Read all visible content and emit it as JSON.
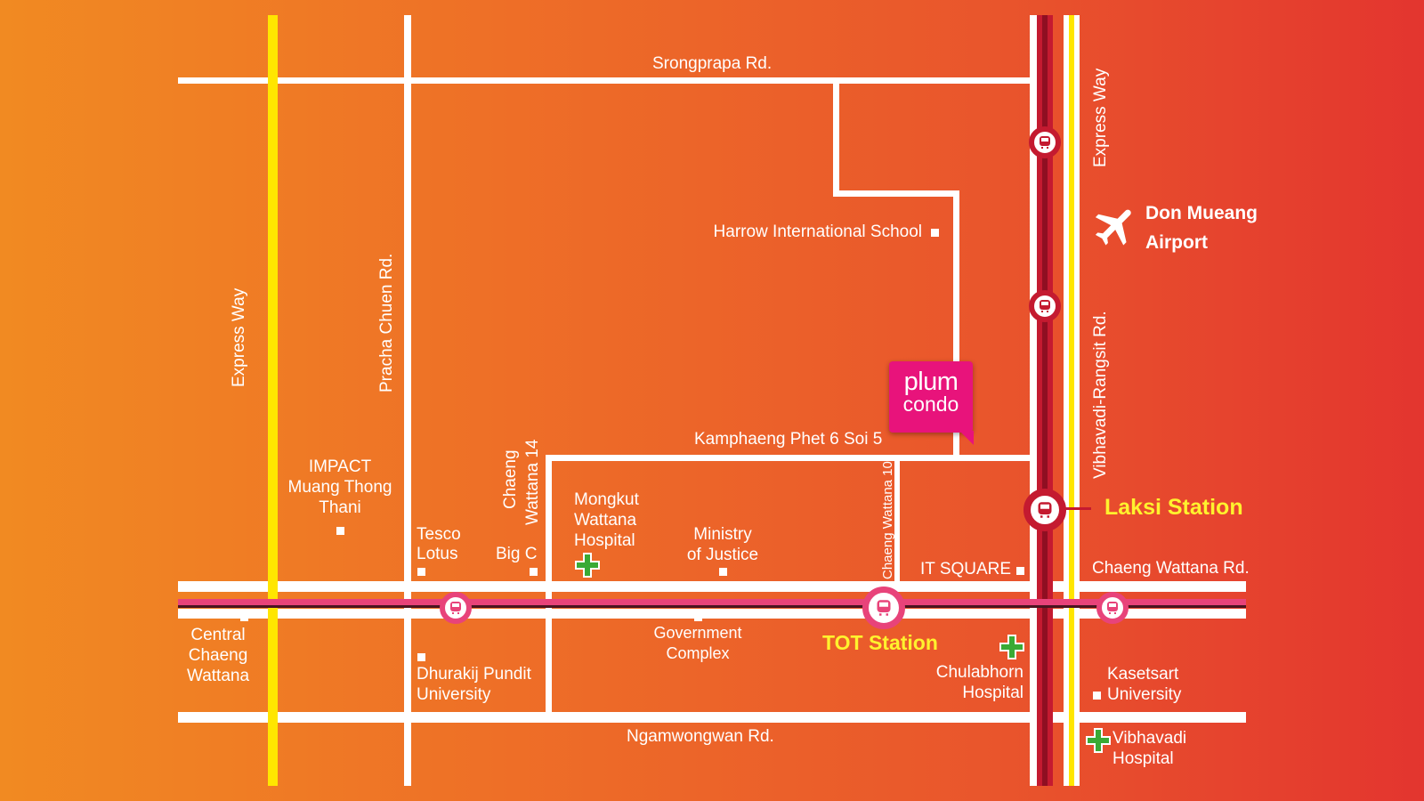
{
  "map": {
    "roads": {
      "srongprapa": "Srongprapa Rd.",
      "ngamwongwan": "Ngamwongwan Rd.",
      "chaeng_wattana": "Chaeng Wattana Rd.",
      "kamphaeng_phet": "Kamphaeng Phet 6 Soi 5",
      "express_way_left": "Express Way",
      "express_way_right": "Express Way",
      "pracha_chuen": "Pracha Chuen Rd.",
      "vibhavadi": "Vibhavadi-Rangsit Rd.",
      "chaeng_wattana_14_line1": "Chaeng",
      "chaeng_wattana_14_line2": "Wattana 14",
      "chaeng_wattana_10": "Chaeng Wattana 10"
    },
    "places": {
      "harrow": "Harrow International School",
      "impact_line1": "IMPACT",
      "impact_line2": "Muang Thong",
      "impact_line3": "Thani",
      "tesco_line1": "Tesco",
      "tesco_line2": "Lotus",
      "big_c": "Big C",
      "mongkut_line1": "Mongkut",
      "mongkut_line2": "Wattana",
      "mongkut_line3": "Hospital",
      "ministry_line1": "Ministry",
      "ministry_line2": "of Justice",
      "it_square": "IT SQUARE",
      "central_line1": "Central",
      "central_line2": "Chaeng",
      "central_line3": "Wattana",
      "dhurakij_line1": "Dhurakij Pundit",
      "dhurakij_line2": "University",
      "government_line1": "Government",
      "government_line2": "Complex",
      "chulabhorn_line1": "Chulabhorn",
      "chulabhorn_line2": "Hospital",
      "kasetsart_line1": "Kasetsart",
      "kasetsart_line2": "University",
      "vibhavadi_hosp_line1": "Vibhavadi",
      "vibhavadi_hosp_line2": "Hospital",
      "airport_line1": "Don Mueang",
      "airport_line2": "Airport"
    },
    "stations": {
      "laksi": "Laksi Station",
      "tot": "TOT Station"
    },
    "logo": {
      "line1": "plum",
      "line2": "condo"
    },
    "icons": {
      "station": "train-icon",
      "hospital": "hospital-cross-icon",
      "airport": "airplane-icon",
      "place": "square-marker-icon"
    },
    "colors": {
      "background_left": "#f18a22",
      "background_right": "#e3352f",
      "road": "#ffffff",
      "expressway_left": "#ffe600",
      "red_line": "#c41a30",
      "pink_line": "#e8437a",
      "station_label": "#fff22e",
      "hospital": "#3aaa35",
      "logo": "#e8137b"
    }
  }
}
